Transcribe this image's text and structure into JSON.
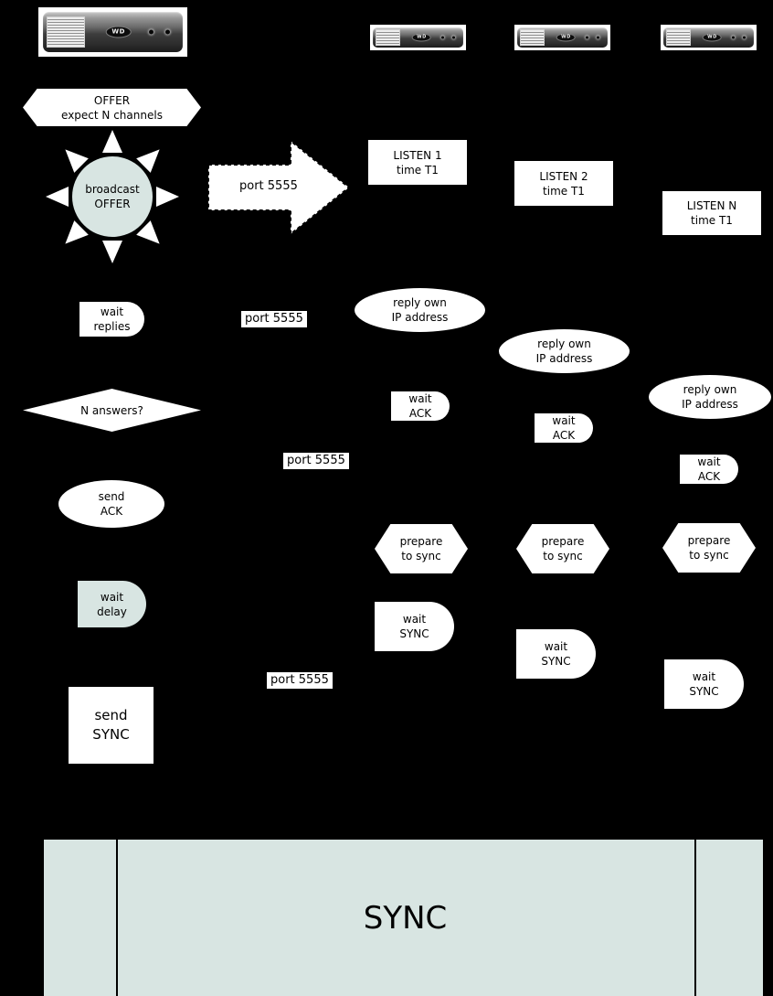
{
  "colors": {
    "background": "#000000",
    "shape_fill": "#ffffff",
    "accent_fill": "#d8e5e2",
    "text": "#000000"
  },
  "devices": {
    "brand": "WD"
  },
  "master": {
    "offer": {
      "line1": "OFFER",
      "line2": "expect N channels"
    },
    "broadcast": {
      "line1": "broadcast",
      "line2": "OFFER"
    },
    "wait_replies": {
      "line1": "wait",
      "line2": "replies"
    },
    "n_answers": "N answers?",
    "send_ack": {
      "line1": "send",
      "line2": "ACK"
    },
    "wait_delay": {
      "line1": "wait",
      "line2": "delay"
    },
    "send_sync": {
      "line1": "send",
      "line2": "SYNC"
    }
  },
  "ports": {
    "arrow": "port 5555",
    "label1": "port 5555",
    "label2": "port 5555",
    "label3": "port 5555"
  },
  "clients": [
    {
      "listen": {
        "line1": "LISTEN 1",
        "line2": "time T1"
      },
      "reply": {
        "line1": "reply own",
        "line2": "IP address"
      },
      "wait_ack": {
        "line1": "wait",
        "line2": "ACK"
      },
      "prepare": {
        "line1": "prepare",
        "line2": "to sync"
      },
      "wait_sync": {
        "line1": "wait",
        "line2": "SYNC"
      }
    },
    {
      "listen": {
        "line1": "LISTEN 2",
        "line2": "time T1"
      },
      "reply": {
        "line1": "reply own",
        "line2": "IP address"
      },
      "wait_ack": {
        "line1": "wait",
        "line2": "ACK"
      },
      "prepare": {
        "line1": "prepare",
        "line2": "to sync"
      },
      "wait_sync": {
        "line1": "wait",
        "line2": "SYNC"
      }
    },
    {
      "listen": {
        "line1": "LISTEN N",
        "line2": "time T1"
      },
      "reply": {
        "line1": "reply own",
        "line2": "IP address"
      },
      "wait_ack": {
        "line1": "wait",
        "line2": "ACK"
      },
      "prepare": {
        "line1": "prepare",
        "line2": "to sync"
      },
      "wait_sync": {
        "line1": "wait",
        "line2": "SYNC"
      }
    }
  ],
  "sync_bar": {
    "label": "SYNC"
  }
}
